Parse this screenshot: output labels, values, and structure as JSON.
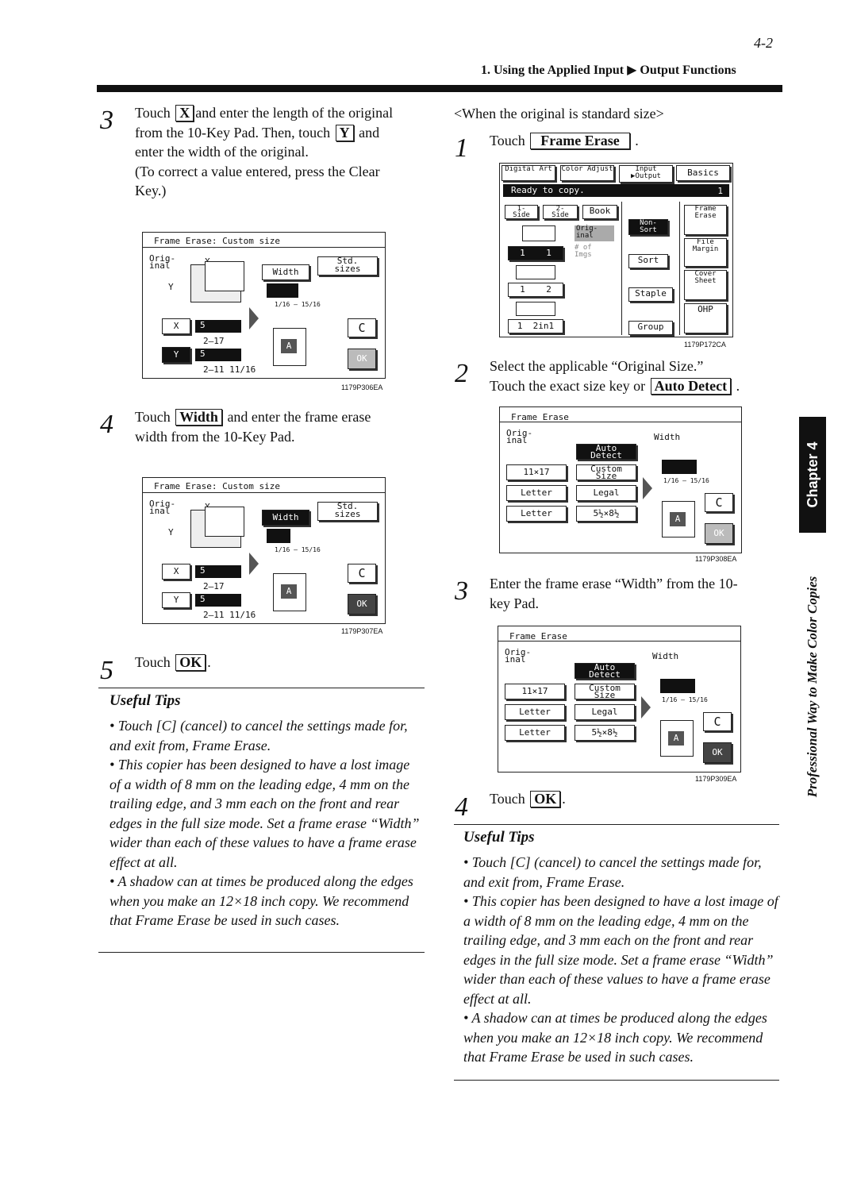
{
  "header": {
    "page_number": "4-2",
    "running_head": "1. Using the Applied Input ▶ Output Functions"
  },
  "left": {
    "step3": {
      "num": "3",
      "touch": "Touch",
      "key_x": "X",
      "t1": "and enter the length of the original",
      "t2": "from the 10-Key Pad. Then, touch",
      "key_y": "Y",
      "t3": "and",
      "t4": "enter the width of the original.",
      "t5": "(To correct a value entered, press the Clear",
      "t6": "Key.)"
    },
    "panel1": {
      "title": "Frame Erase: Custom size",
      "orig": "Orig-\ninal",
      "x": "X",
      "y": "Y",
      "width": "Width",
      "std": "Std.\nsizes",
      "frac": "1/16 — 15/16",
      "xval": "5",
      "xsub": "2–17",
      "yval": "5",
      "ysub": "2–11 11/16",
      "c": "C",
      "ok": "OK",
      "a": "A",
      "caption": "1179P306EA"
    },
    "step4": {
      "num": "4",
      "touch": "Touch",
      "key": "Width",
      "t1": "and enter the frame erase",
      "t2": "width from the 10-Key Pad."
    },
    "panel2": {
      "title": "Frame Erase: Custom size",
      "orig": "Orig-\ninal",
      "x": "X",
      "y": "Y",
      "width": "Width",
      "std": "Std.\nsizes",
      "frac": "1/16 — 15/16",
      "xval": "5",
      "xsub": "2–17",
      "yval": "5",
      "ysub": "2–11 11/16",
      "c": "C",
      "ok": "OK",
      "a": "A",
      "caption": "1179P307EA"
    },
    "step5": {
      "num": "5",
      "touch": "Touch",
      "key": "OK",
      "end": "."
    },
    "tips_title": "Useful Tips",
    "tips": [
      "• Touch [C] (cancel) to cancel the settings made for, and exit from, Frame Erase.",
      "• This copier has been designed to have a lost image of a width of 8 mm on the leading edge, 4 mm on the trailing edge, and 3 mm each on the front and rear edges in the full size mode. Set a frame erase “Width” wider than each of these values to have a frame erase effect at all.",
      "• A shadow can at times be produced along the edges when you make an 12×18 inch copy. We recommend that Frame Erase be used in such cases."
    ]
  },
  "right": {
    "intro": "<When the original is standard size>",
    "step1": {
      "num": "1",
      "touch": "Touch",
      "key": "Frame Erase",
      "end": "."
    },
    "panel3": {
      "tabs": [
        "Digital Art",
        "Color Adjust",
        "Input ▶Output",
        "Basics"
      ],
      "status": "Ready to copy.",
      "count": "1",
      "side1": "1-\nSide",
      "side2": "2-\nSide",
      "book": "Book",
      "orig": "Orig-\ninal",
      "ofimg": "# of\nImgs",
      "nonsort": "Non-\nSort",
      "sort": "Sort",
      "staple": "Staple",
      "group": "Group",
      "frame": "Frame\nErase",
      "file": "File\nMargin",
      "cover": "Cover\nSheet",
      "ohp": "OHP",
      "r1": "1    1",
      "r2": "1    2",
      "r3": "1  2in1",
      "caption": "1179P172CA"
    },
    "step2": {
      "num": "2",
      "t1": "Select the applicable “Original Size.”",
      "t2": "Touch the exact size key or",
      "key": "Auto Detect",
      "end": "."
    },
    "panel4": {
      "title": "Frame Erase",
      "orig": "Orig-\ninal",
      "width": "Width",
      "auto": "Auto\nDetect",
      "custom": "Custom\nSize",
      "k1": "11×17",
      "k2": "Letter",
      "k3": "Legal",
      "k4": "Letter",
      "k5": "5½×8½",
      "frac": "1/16 — 15/16",
      "c": "C",
      "ok": "OK",
      "a": "A",
      "caption": "1179P308EA"
    },
    "step3": {
      "num": "3",
      "t1": "Enter the frame erase “Width” from the 10-",
      "t2": "key Pad."
    },
    "panel5": {
      "title": "Frame Erase",
      "orig": "Orig-\ninal",
      "width": "Width",
      "auto": "Auto\nDetect",
      "custom": "Custom\nSize",
      "k1": "11×17",
      "k2": "Letter",
      "k3": "Legal",
      "k4": "Letter",
      "k5": "5½×8½",
      "frac": "1/16 — 15/16",
      "c": "C",
      "ok": "OK",
      "a": "A",
      "caption": "1179P309EA"
    },
    "step4": {
      "num": "4",
      "touch": "Touch",
      "key": "OK",
      "end": "."
    },
    "tips_title": "Useful Tips",
    "tips": [
      "• Touch [C] (cancel) to cancel the settings made for, and exit from, Frame Erase.",
      "• This copier has been designed to have a lost image of a width of 8 mm on the leading edge, 4 mm on the trailing edge, and 3 mm each on the front and rear edges in the full size mode. Set a frame erase “Width” wider than each of these values to have a frame erase effect at all.",
      "• A shadow can at times be produced along the edges when you make an 12×18 inch copy. We recommend that Frame Erase be used in such cases."
    ]
  },
  "sidebar": {
    "chapter": "Chapter 4",
    "book_title": "Professional Way to Make Color Copies"
  }
}
